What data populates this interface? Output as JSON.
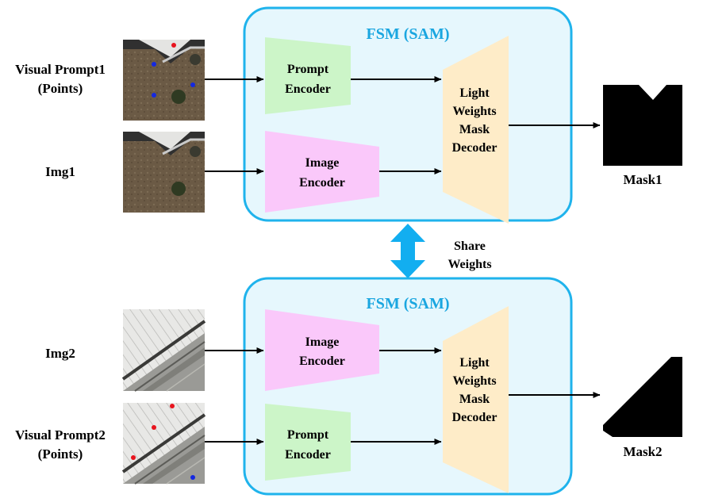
{
  "colors": {
    "panel_fill": "#e6f7fd",
    "panel_stroke": "#1fb3ec",
    "title": "#1aa6e0",
    "prompt_encoder": "#ccf5c8",
    "image_encoder": "#fac8fa",
    "decoder": "#feecc8",
    "share_arrow": "#12aef0",
    "point_red": "#e8141e",
    "point_blue": "#1428e0"
  },
  "top_panel": {
    "title": "FSM (SAM)",
    "prompt_encoder": {
      "line1": "Prompt",
      "line2": "Encoder"
    },
    "image_encoder": {
      "line1": "Image",
      "line2": "Encoder"
    },
    "decoder": {
      "line1": "Light",
      "line2": "Weights",
      "line3": "Mask",
      "line4": "Decoder"
    }
  },
  "bottom_panel": {
    "title": "FSM (SAM)",
    "image_encoder": {
      "line1": "Image",
      "line2": "Encoder"
    },
    "prompt_encoder": {
      "line1": "Prompt",
      "line2": "Encoder"
    },
    "decoder": {
      "line1": "Light",
      "line2": "Weights",
      "line3": "Mask",
      "line4": "Decoder"
    }
  },
  "inputs": {
    "visual_prompt1": {
      "line1": "Visual Prompt1",
      "line2": "(Points)"
    },
    "img1": "Img1",
    "img2": "Img2",
    "visual_prompt2": {
      "line1": "Visual Prompt2",
      "line2": "(Points)"
    }
  },
  "outputs": {
    "mask1": "Mask1",
    "mask2": "Mask2"
  },
  "share": {
    "line1": "Share",
    "line2": "Weights"
  }
}
